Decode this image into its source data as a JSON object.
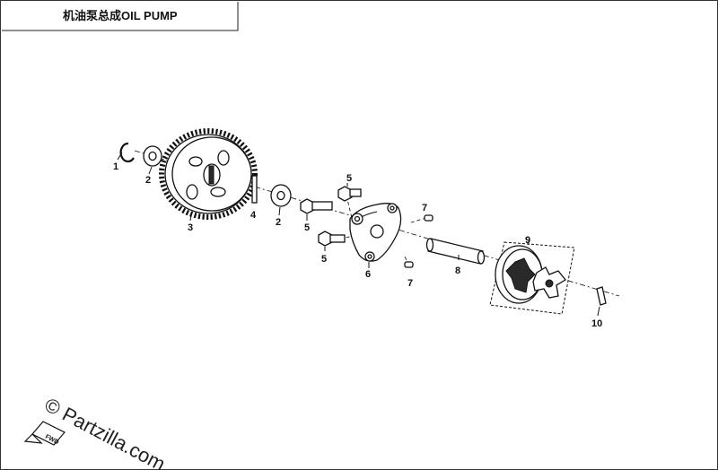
{
  "header": {
    "title": "机油泵总成OIL PUMP"
  },
  "callouts": {
    "c1": "1",
    "c2a": "2",
    "c3": "3",
    "c4": "4",
    "c2b": "2",
    "c5a": "5",
    "c5b": "5",
    "c5c": "5",
    "c6": "6",
    "c7a": "7",
    "c7b": "7",
    "c8": "8",
    "c9": "9",
    "c10": "10"
  },
  "watermark": {
    "text": "© Partzilla.com",
    "fwd_label": "FWD"
  }
}
